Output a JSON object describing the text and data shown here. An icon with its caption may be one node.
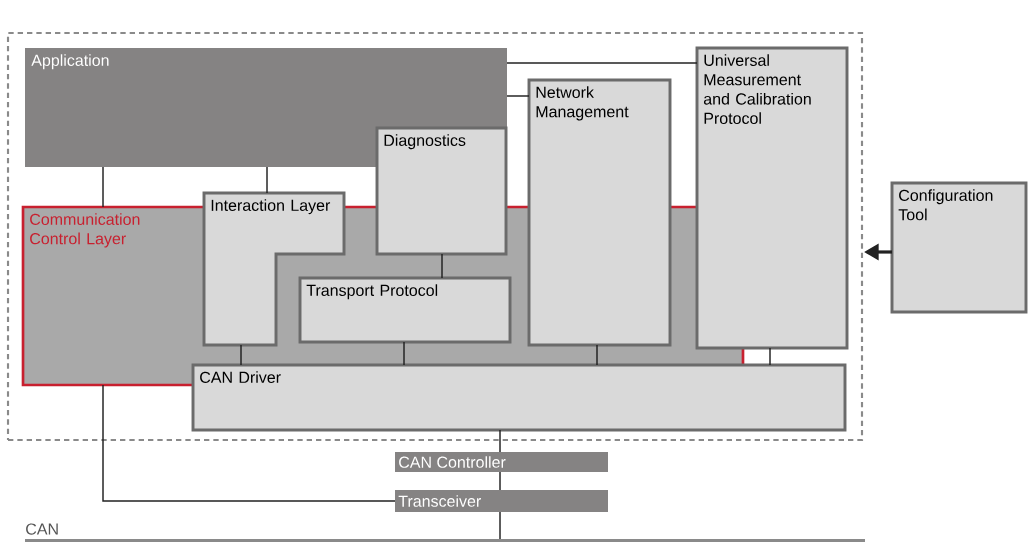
{
  "diagram": {
    "nodes": [
      {
        "text": [],
        "shape": "box"
      },
      {
        "text": [
          "Application"
        ],
        "in": 0
      },
      {
        "text": [
          "Communication Control Layer"
        ],
        "in": 0
      },
      {
        "text": [
          "Interaction Layer"
        ],
        "in": 0
      },
      {
        "text": [
          "Diagnostics"
        ],
        "in": 0
      },
      {
        "text": [
          "Transport Protocol"
        ],
        "in": 2
      },
      {
        "text": [
          "Network Management"
        ],
        "in": 0
      },
      {
        "text": [
          "Universal Measurement and Calibration Protocol"
        ],
        "in": 0
      },
      {
        "text": [
          "Configuration Tool"
        ]
      },
      {
        "text": [
          "CAN Driver"
        ],
        "in": 0
      },
      {
        "text": [
          "CAN Controller"
        ]
      },
      {
        "text": [
          "Transceiver"
        ]
      },
      {
        "text": [
          "CAN"
        ]
      }
    ],
    "edges": [
      {
        "from": 1,
        "to": 2,
        "arrow": "none"
      },
      {
        "from": 1,
        "to": 3,
        "arrow": "none"
      },
      {
        "from": 1,
        "to": 6,
        "arrow": "none"
      },
      {
        "from": 1,
        "to": 7,
        "arrow": "none"
      },
      {
        "from": 4,
        "to": 5,
        "arrow": "none"
      },
      {
        "from": 3,
        "to": 9,
        "arrow": "none"
      },
      {
        "from": 5,
        "to": 9,
        "arrow": "none"
      },
      {
        "from": 6,
        "to": 9,
        "arrow": "none"
      },
      {
        "from": 7,
        "to": 9,
        "arrow": "none"
      },
      {
        "from": 9,
        "to": 10,
        "arrow": "none"
      },
      {
        "from": 10,
        "to": 11,
        "arrow": "none"
      },
      {
        "from": 11,
        "to": 12,
        "arrow": "none"
      },
      {
        "from": 2,
        "to": 11,
        "arrow": "none"
      },
      {
        "from": 8,
        "to": 0,
        "arrow": "to",
        "style": "thick"
      }
    ]
  }
}
